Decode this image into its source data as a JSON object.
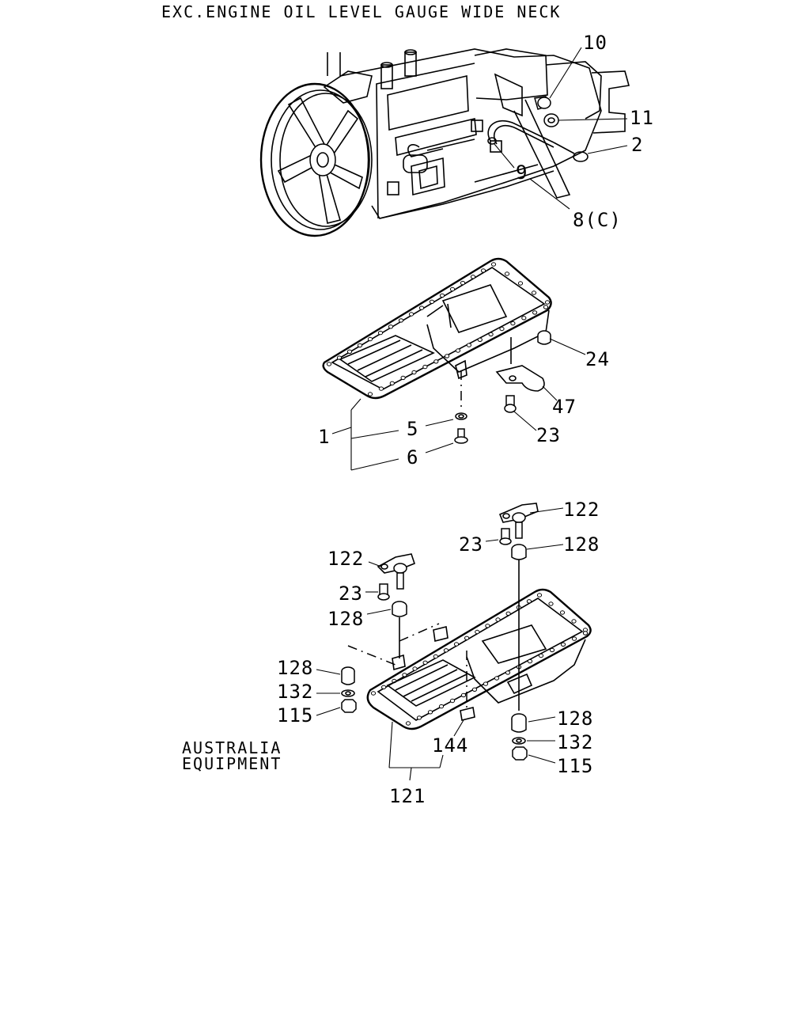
{
  "header": {
    "title": "EXC.ENGINE OIL LEVEL GAUGE WIDE NECK"
  },
  "note": {
    "line1": "AUSTRALIA",
    "line2": "EQUIPMENT"
  },
  "callouts": {
    "p10": "10",
    "p11": "11",
    "p2": "2",
    "p9": "9",
    "p8c": "8(C)",
    "p24": "24",
    "p47": "47",
    "p1": "1",
    "p5": "5",
    "p23a": "23",
    "p6": "6",
    "p122a": "122",
    "p23b": "23",
    "p128a": "128",
    "p122b": "122",
    "p23c": "23",
    "p128b": "128",
    "p128c": "128",
    "p132a": "132",
    "p115a": "115",
    "p128d": "128",
    "p132b": "132",
    "p115b": "115",
    "p144": "144",
    "p121": "121"
  }
}
